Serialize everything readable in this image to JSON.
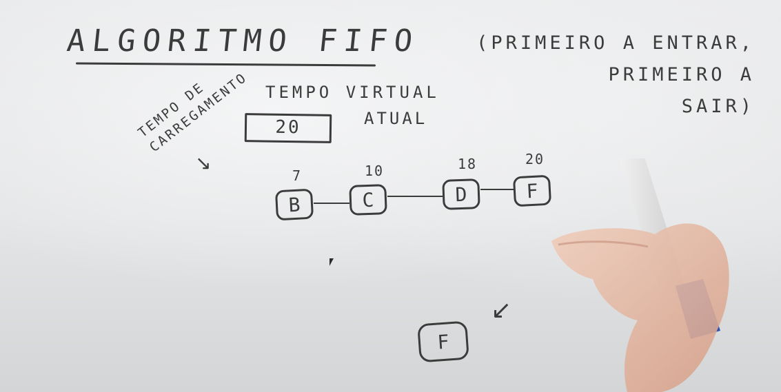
{
  "whiteboard": {
    "title": "ALGORITMO FIFO",
    "subtitle": "(PRIMEIRO A ENTRAR, PRIMEIRO A\nSAIR)",
    "virtual_time_label": "TEMPO VIRTUAL",
    "virtual_time_value": "20",
    "atual_label": "ATUAL",
    "load_time_label": "TEMPO DE\nCARREGAMENTO",
    "queue": [
      {
        "page": "B",
        "time": "7"
      },
      {
        "page": "C",
        "time": "10"
      },
      {
        "page": "D",
        "time": "18"
      },
      {
        "page": "F",
        "time": "20"
      }
    ],
    "incoming_page": "F"
  },
  "colors": {
    "ink": "#3b3b3b",
    "board": "#e9eaeb",
    "marker_cap": "#2f4fae",
    "skin": "#e6b9a3"
  }
}
